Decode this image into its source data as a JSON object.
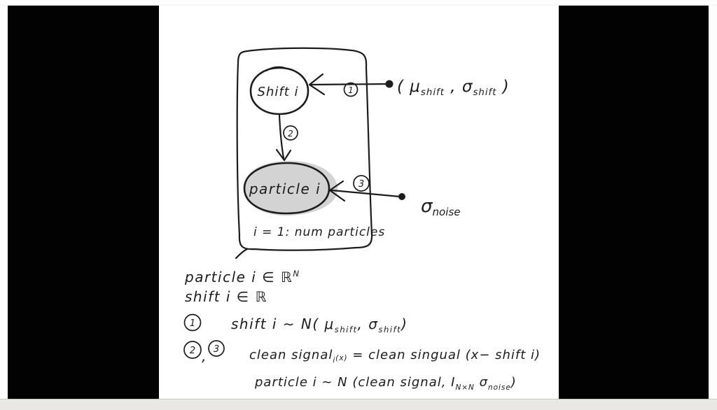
{
  "colors": {
    "ink": "#1c1c1c",
    "letterbox_bar": "#020202",
    "canvas": "#ffffff",
    "particle_shading": "#d3d3d3",
    "bottom_strip": "#e9e8e5"
  },
  "diagram": {
    "plate_label": "i = 1: num particles",
    "shift_node_label": "Shift i",
    "particle_node_label": "particle i",
    "arrow1_num": "1",
    "arrow2_num": "2",
    "arrow3_num": "3",
    "shift_prior_label": [
      {
        "t": "( μ"
      },
      {
        "t": "shift",
        "sub": true
      },
      {
        "t": " , σ",
        "norm": true
      },
      {
        "t": "shift",
        "sub": true
      },
      {
        "t": " )",
        "norm": true
      }
    ],
    "noise_param_label": [
      {
        "t": "σ"
      },
      {
        "t": "noise",
        "sub": true
      }
    ]
  },
  "equations": {
    "line1": [
      {
        "t": "particle i ∈ ℝ"
      },
      {
        "t": "N",
        "sup": true
      }
    ],
    "line2": "shift i ∈ ℝ",
    "line3_num": "1",
    "line3": [
      {
        "t": "shift i ∼ N( μ"
      },
      {
        "t": "shift",
        "sub": true
      },
      {
        "t": ", σ",
        "norm": true
      },
      {
        "t": "shift",
        "sub": true
      },
      {
        "t": ")",
        "norm": true
      }
    ],
    "line4_num1": "2",
    "line4_comma": ",",
    "line4_num2": "3",
    "line4": [
      {
        "t": "clean signal"
      },
      {
        "t": "i",
        "sub": true
      },
      {
        "t": "(x)",
        "small": true
      },
      {
        "t": " = clean singual (x− shift i)",
        "norm": true
      }
    ],
    "line5": [
      {
        "t": "particle i ∼  N (clean signal, I"
      },
      {
        "t": "N×N",
        "sub": true
      },
      {
        "t": " σ",
        "norm": true
      },
      {
        "t": "noise",
        "sub": true
      },
      {
        "t": ")",
        "norm": true
      }
    ]
  }
}
